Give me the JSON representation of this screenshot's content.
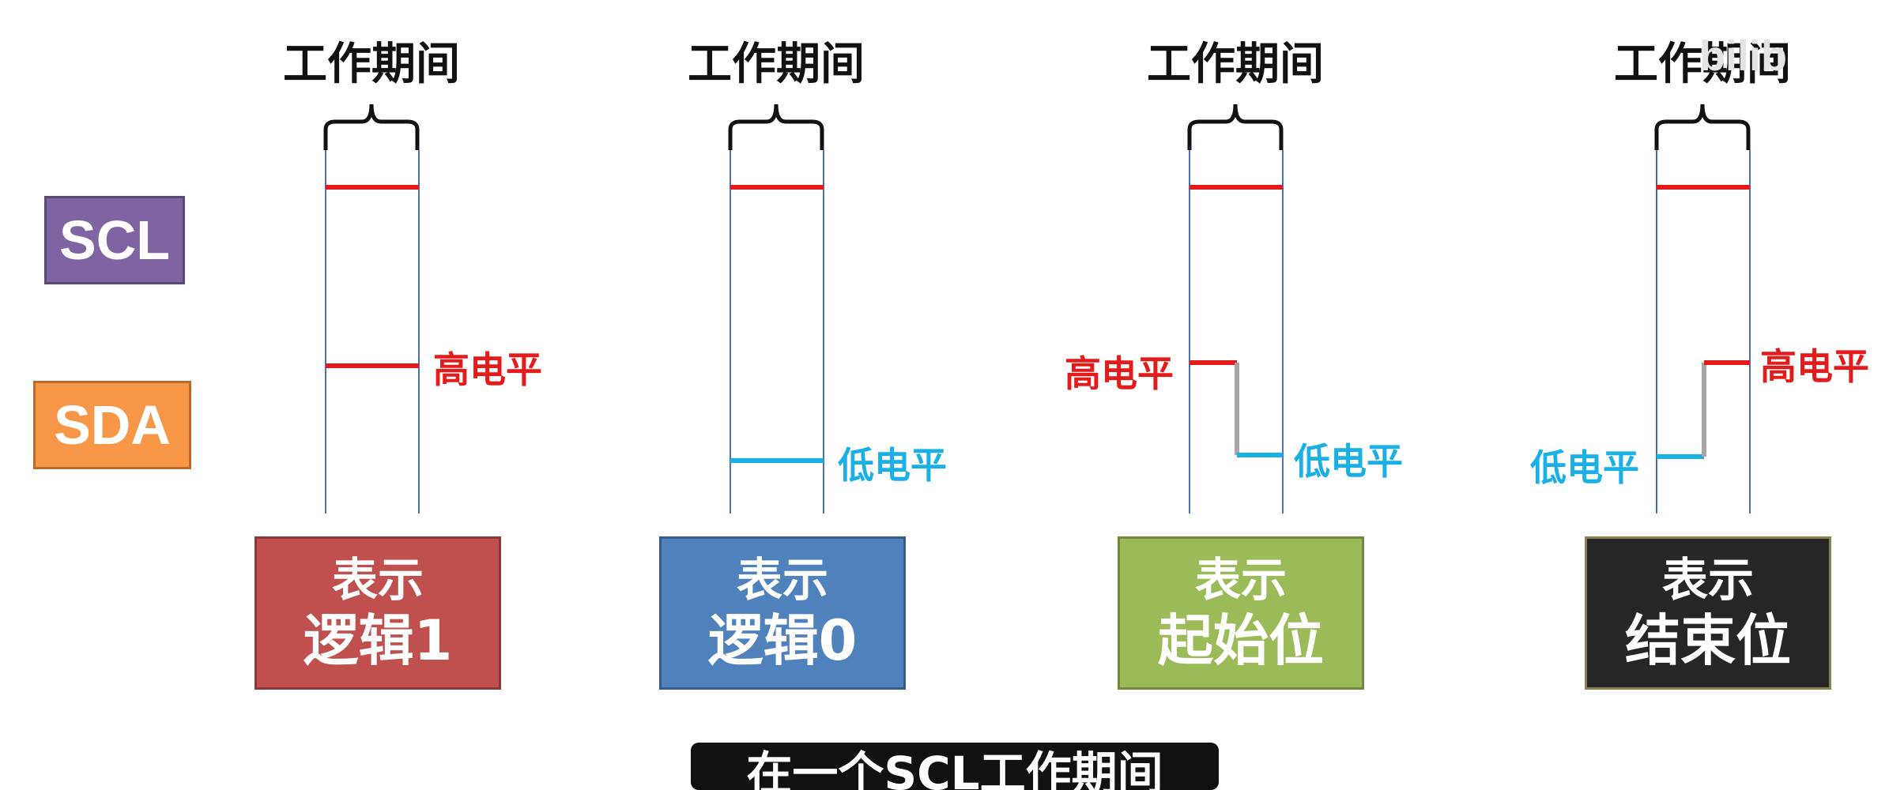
{
  "work_period_label": "工作期间",
  "signals": {
    "scl": "SCL",
    "sda": "SDA"
  },
  "levels": {
    "high": "高电平",
    "low": "低电平"
  },
  "meanings": [
    {
      "line1": "表示",
      "line2": "逻辑1",
      "color": "#c0504d",
      "border": "#8c3836"
    },
    {
      "line1": "表示",
      "line2": "逻辑0",
      "color": "#4f81bd",
      "border": "#385d8a"
    },
    {
      "line1": "表示",
      "line2": "起始位",
      "color": "#9bbb59",
      "border": "#71893f"
    },
    {
      "line1": "表示",
      "line2": "结束位",
      "color": "#262626",
      "border": "#8a8050"
    }
  ],
  "caption": "在一个SCL工作期间",
  "watermark": "bilib",
  "colors": {
    "scl_box": "#8064a2",
    "sda_box": "#f79646",
    "high": "#e31b1b",
    "low": "#1ab0e6",
    "transition": "#a6a6a6",
    "guide": "#4a72b8"
  }
}
